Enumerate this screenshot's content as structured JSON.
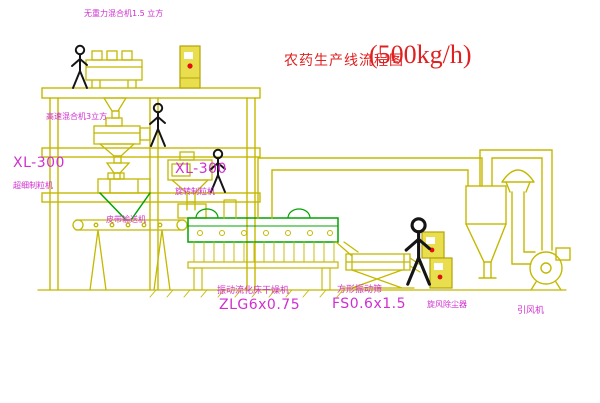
{
  "title": {
    "name": "农药生产线流程图",
    "capacity": "(500kg/h)"
  },
  "labels": {
    "gravity_mixer": "无重力混合机1.5 立方",
    "high_speed_mixer": "高速混合机3立方",
    "granulator_left_model": "XL-300",
    "granulator_left_name": "超细制粒机",
    "granulator_mid_model": "XL-300",
    "granulator_mid_name": "旋转制粒机",
    "belt_conveyor": "皮带输送机",
    "dryer_name": "振动流化床干燥机",
    "dryer_model": "ZLG6x0.75",
    "screen_name": "方形振动筛",
    "screen_model": "FS0.6x1.5",
    "cyclone": "旋风除尘器",
    "fan": "引风机"
  },
  "colors": {
    "background": "#ffffff",
    "structure_yellow": "#c4b800",
    "equipment_green": "#00a300",
    "label_magenta": "#d02fd0",
    "title_red": "#e02020",
    "figure_black": "#151515",
    "cabinet_fill": "#e9de4e",
    "dot_red": "#e01010"
  }
}
